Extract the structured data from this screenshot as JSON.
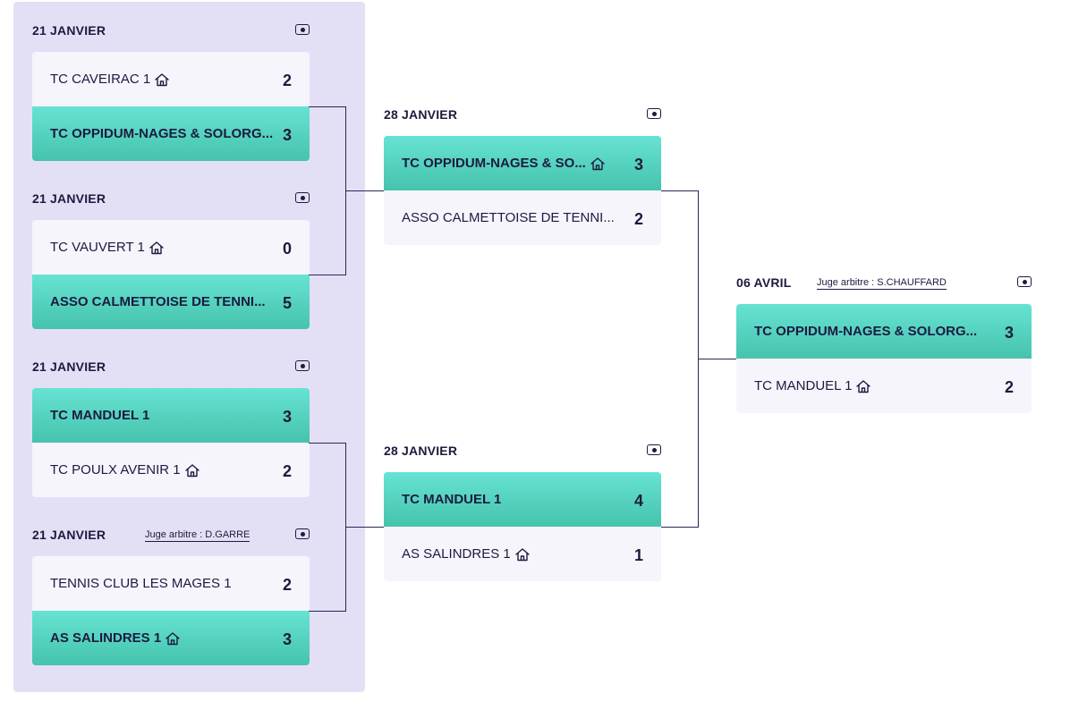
{
  "colors": {
    "winner_top": "#66e3d3",
    "winner_bottom": "#46c3ad",
    "loser_bg": "#f6f5fc",
    "round1_panel": "#e3e0f6",
    "text": "#1d1a3f"
  },
  "matches": [
    {
      "date": "21 JANVIER",
      "referee": "",
      "teams": [
        {
          "name": "TC CAVEIRAC 1",
          "score": "2",
          "home": true,
          "winner": false
        },
        {
          "name": "TC OPPIDUM-NAGES & SOLORG...",
          "score": "3",
          "home": false,
          "winner": true
        }
      ]
    },
    {
      "date": "21 JANVIER",
      "referee": "",
      "teams": [
        {
          "name": "TC VAUVERT 1",
          "score": "0",
          "home": true,
          "winner": false
        },
        {
          "name": "ASSO CALMETTOISE DE TENNI...",
          "score": "5",
          "home": false,
          "winner": true
        }
      ]
    },
    {
      "date": "21 JANVIER",
      "referee": "",
      "teams": [
        {
          "name": "TC MANDUEL 1",
          "score": "3",
          "home": false,
          "winner": true
        },
        {
          "name": "TC POULX AVENIR 1",
          "score": "2",
          "home": true,
          "winner": false
        }
      ]
    },
    {
      "date": "21 JANVIER",
      "referee": "Juge arbitre : D.GARRE",
      "teams": [
        {
          "name": "TENNIS CLUB LES MAGES 1",
          "score": "2",
          "home": false,
          "winner": false
        },
        {
          "name": "AS SALINDRES 1",
          "score": "3",
          "home": true,
          "winner": true
        }
      ]
    },
    {
      "date": "28 JANVIER",
      "referee": "",
      "teams": [
        {
          "name": "TC OPPIDUM-NAGES & SO...",
          "score": "3",
          "home": true,
          "winner": true
        },
        {
          "name": "ASSO CALMETTOISE DE TENNI...",
          "score": "2",
          "home": false,
          "winner": false
        }
      ]
    },
    {
      "date": "28 JANVIER",
      "referee": "",
      "teams": [
        {
          "name": "TC MANDUEL 1",
          "score": "4",
          "home": false,
          "winner": true
        },
        {
          "name": "AS SALINDRES 1",
          "score": "1",
          "home": true,
          "winner": false
        }
      ]
    },
    {
      "date": "06 AVRIL",
      "referee": "Juge arbitre : S.CHAUFFARD",
      "teams": [
        {
          "name": "TC OPPIDUM-NAGES & SOLORG...",
          "score": "3",
          "home": false,
          "winner": true
        },
        {
          "name": "TC MANDUEL 1",
          "score": "2",
          "home": true,
          "winner": false
        }
      ]
    }
  ]
}
